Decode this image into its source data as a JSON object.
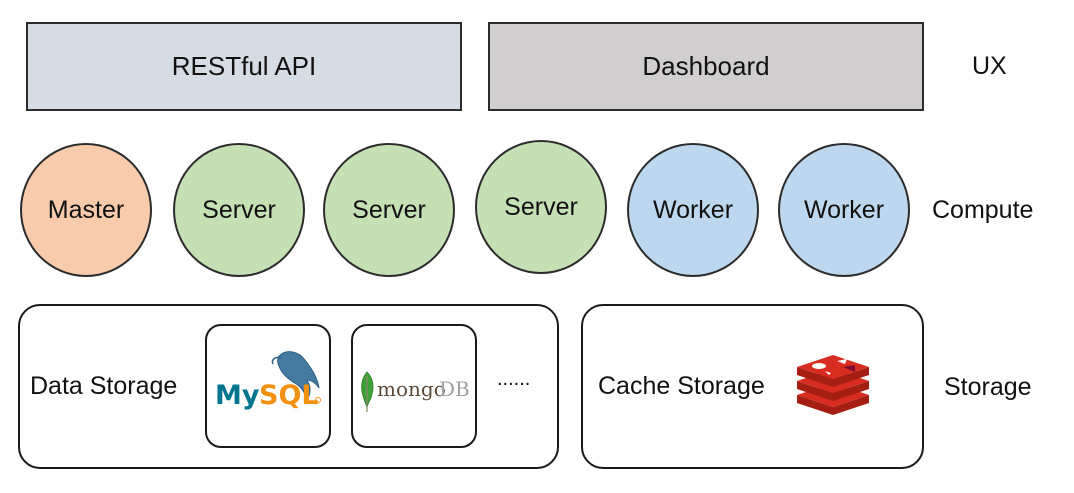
{
  "ux": {
    "api_label": "RESTful API",
    "dashboard_label": "Dashboard",
    "layer_label": "UX",
    "colors": {
      "api_fill": "#d6dce4",
      "dashboard_fill": "#d0cece"
    }
  },
  "compute": {
    "layer_label": "Compute",
    "nodes": [
      {
        "label": "Master",
        "role": "master",
        "color": "#f8cbad"
      },
      {
        "label": "Server",
        "role": "server",
        "color": "#c5e0b4"
      },
      {
        "label": "Server",
        "role": "server",
        "color": "#c5e0b4"
      },
      {
        "label": "Server",
        "role": "server",
        "color": "#c5e0b4"
      },
      {
        "label": "Worker",
        "role": "worker",
        "color": "#bdd7ee"
      },
      {
        "label": "Worker",
        "role": "worker",
        "color": "#bdd7ee"
      }
    ]
  },
  "storage": {
    "layer_label": "Storage",
    "data_storage_label": "Data Storage",
    "cache_storage_label": "Cache Storage",
    "ellipsis": "......",
    "logos": {
      "mysql": {
        "text_my": "My",
        "text_sql": "SQL",
        "icon": "mysql-dolphin-logo"
      },
      "mongodb": {
        "text": "mongoDB",
        "icon": "mongodb-leaf-logo"
      },
      "redis": {
        "icon": "redis-logo"
      }
    }
  }
}
